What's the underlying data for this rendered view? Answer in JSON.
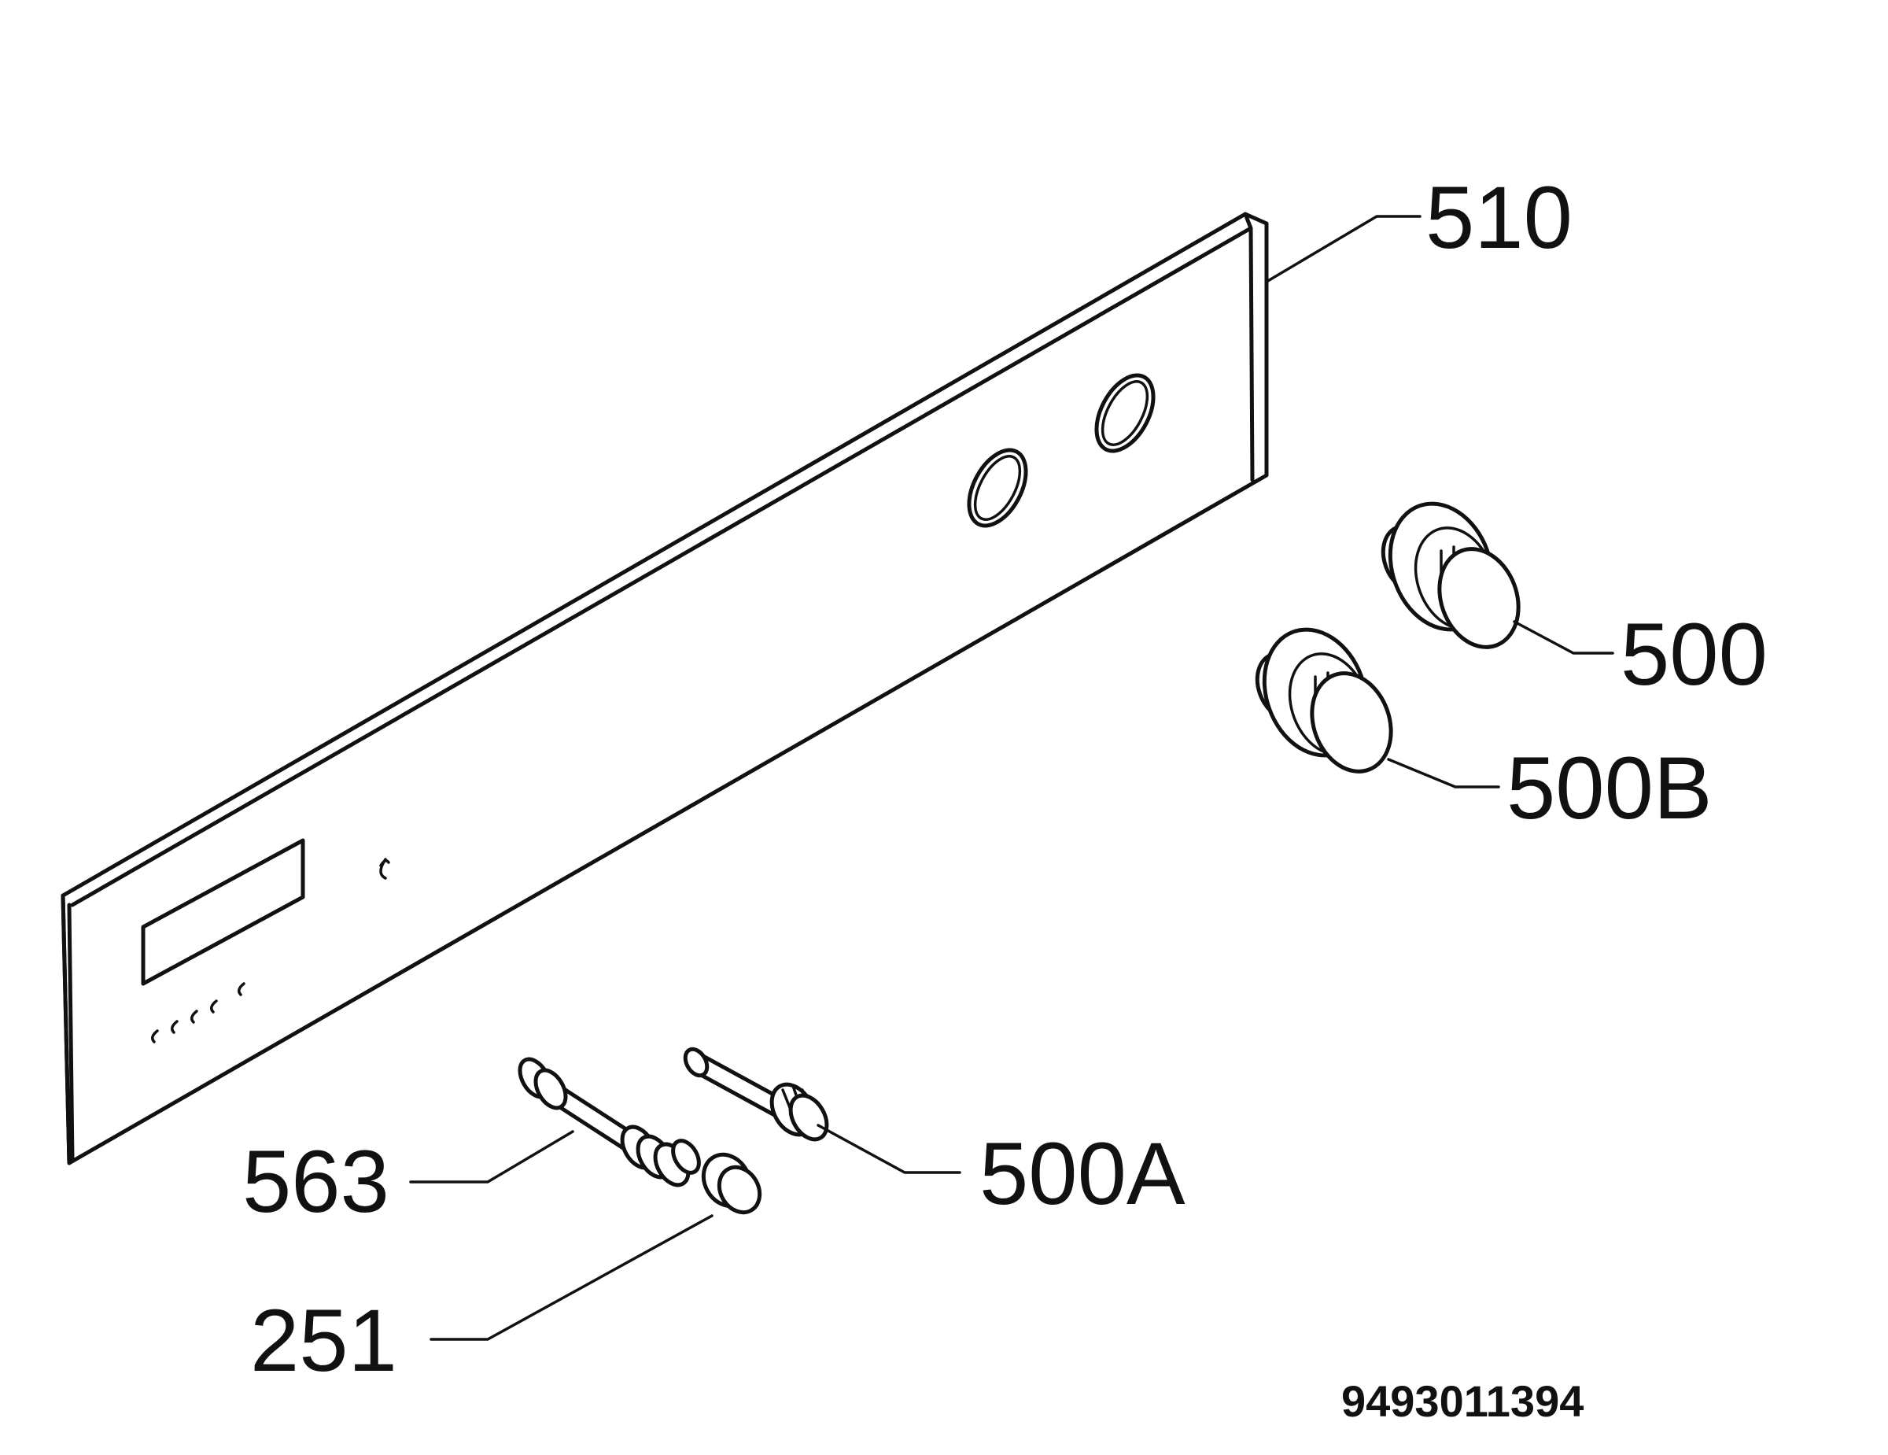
{
  "callouts": {
    "panel": "510",
    "knob_upper": "500",
    "knob_lower": "500B",
    "shaft": "500A",
    "spindle": "563",
    "cap": "251"
  },
  "drawing_code": "9493011394"
}
